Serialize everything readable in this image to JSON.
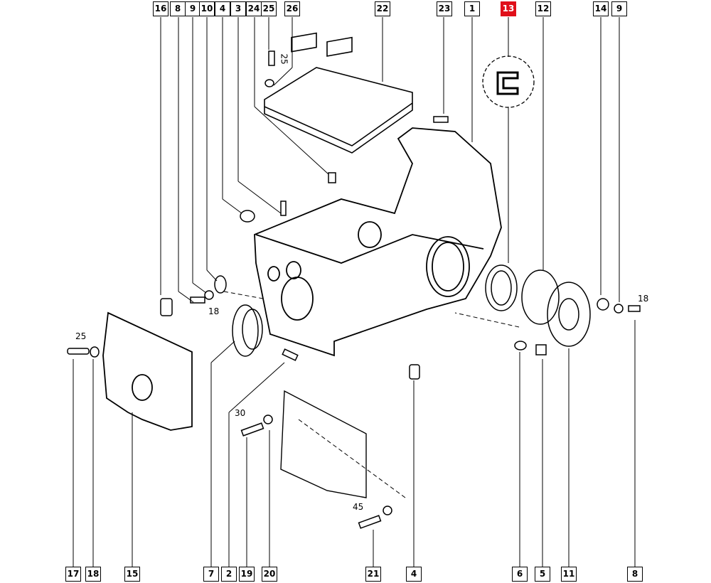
{
  "diagram": {
    "highlight_color": "#e0101a",
    "top_callouts": [
      "16",
      "8",
      "9",
      "10",
      "4",
      "3",
      "24",
      "25",
      "26",
      "22",
      "23",
      "1",
      "13",
      "12",
      "14",
      "9"
    ],
    "highlighted_callout": "13",
    "bottom_callouts": [
      "17",
      "18",
      "15",
      "7",
      "2",
      "19",
      "20",
      "21",
      "4",
      "6",
      "5",
      "11",
      "8"
    ],
    "dimensions": {
      "bolt_25_top": "25",
      "bolt_8_left": "18",
      "bolt_17": "25",
      "bolt_19": "30",
      "bolt_21": "45",
      "bolt_8_right": "18"
    }
  }
}
